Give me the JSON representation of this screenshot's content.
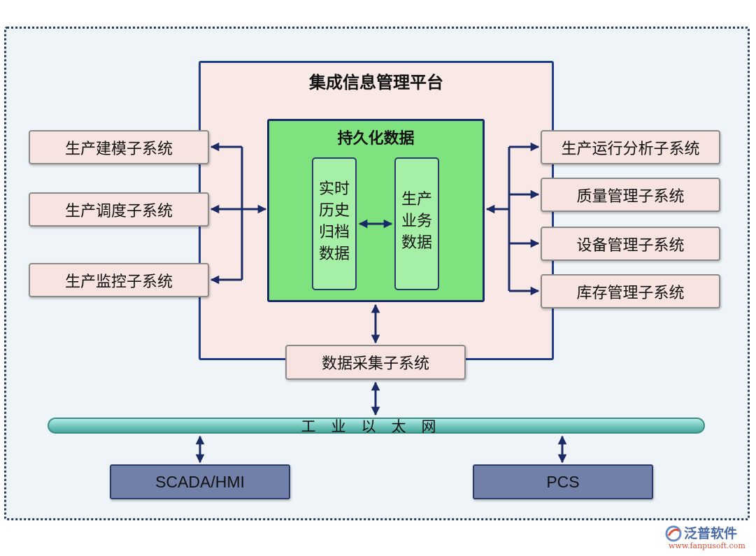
{
  "platform": {
    "title": "集成信息管理平台",
    "persistent": {
      "title": "持久化数据",
      "history": "实时\n历史\n归档\n数据",
      "business": "生产\n业务\n数据"
    },
    "acquisition": "数据采集子系统"
  },
  "left_systems": [
    "生产建模子系统",
    "生产调度子系统",
    "生产监控子系统"
  ],
  "right_systems": [
    "生产运行分析子系统",
    "质量管理子系统",
    "设备管理子系统",
    "库存管理子系统"
  ],
  "network": {
    "label": "工业以太网"
  },
  "devices": [
    "SCADA/HMI",
    "PCS"
  ],
  "watermark": {
    "brand": "泛普软件",
    "url": "www.fanpusoft.com"
  },
  "colors": {
    "platform_fill": "#f8e8e6",
    "platform_border": "#1f3d8a",
    "persist_fill": "#7ee37e",
    "device_fill": "#7080a8",
    "pipe_fill": "#7ecdc4",
    "arrow": "#1a2a66"
  }
}
